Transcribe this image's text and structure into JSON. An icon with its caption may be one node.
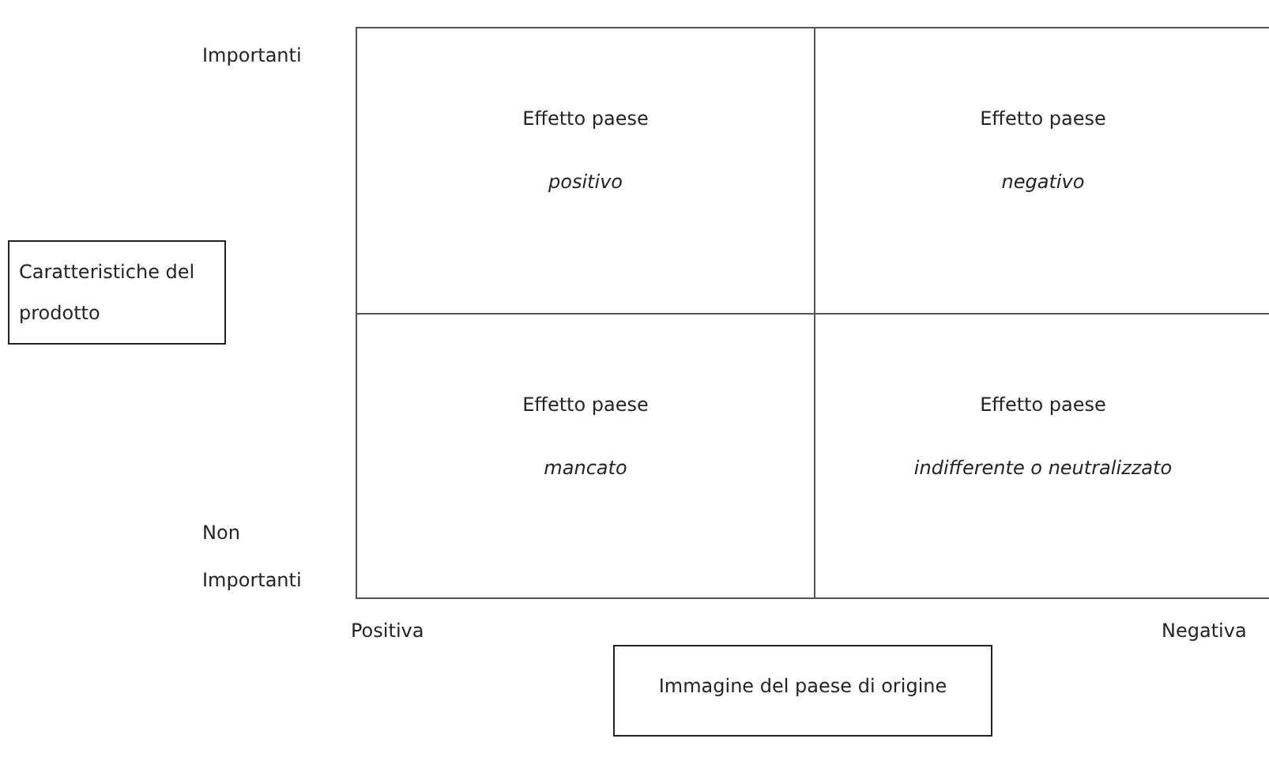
{
  "diagram": {
    "nodes": [
      {
        "text": [
          "Effetto paese",
          "positivo"
        ]
      },
      {
        "text": [
          "Effetto paese",
          "negativo"
        ]
      },
      {
        "text": [
          "Effetto paese",
          "mancato"
        ]
      },
      {
        "text": [
          "Effetto paese",
          "indifferente o neutralizzato"
        ]
      },
      {
        "text": [
          "Caratteristiche del prodotto"
        ]
      },
      {
        "text": [
          "Immagine del paese di origine"
        ]
      }
    ],
    "labels": [
      "Importanti",
      "Non Importanti",
      "Positiva",
      "Negativa"
    ]
  }
}
